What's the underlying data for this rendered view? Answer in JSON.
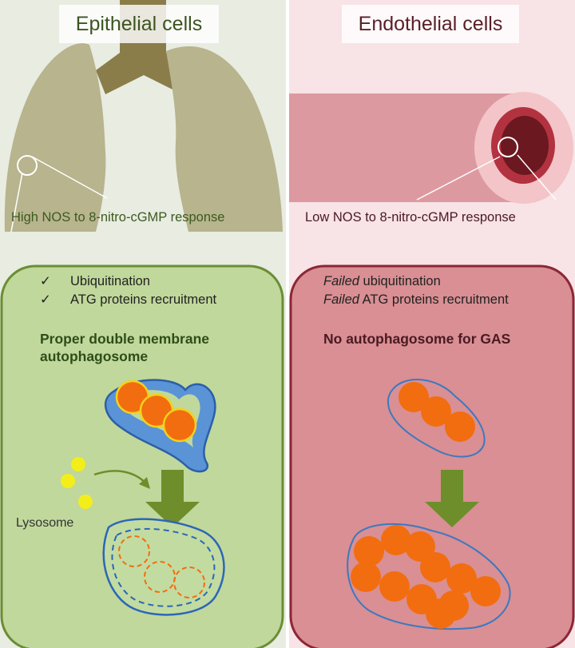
{
  "panels": {
    "epithelial": {
      "title": "Epithelial cells",
      "response": "High NOS to 8-nitro-cGMP response",
      "checks": [
        {
          "mark": "✓",
          "text": "Ubiquitination"
        },
        {
          "mark": "✓",
          "text": "ATG proteins recruitment"
        }
      ],
      "heading_line1": "Proper double membrane",
      "heading_line2": "autophagosome",
      "lysosome_label": "Lysosome"
    },
    "endothelial": {
      "title": "Endothelial cells",
      "response": "Low NOS to 8-nitro-cGMP response",
      "fails": [
        {
          "em": "Failed",
          "text": " ubiquitination"
        },
        {
          "em": "Failed",
          "text": " ATG proteins recruitment"
        }
      ],
      "heading": "No autophagosome for GAS"
    }
  },
  "colors": {
    "left_bg": "#e8ece1",
    "right_bg": "#f8e3e6",
    "lung": "#b7b48e",
    "trachea": "#8a7d4a",
    "left_box": "#c0d89b",
    "left_box_border": "#6a8e34",
    "right_box": "#d98f93",
    "right_box_border": "#8c2734",
    "vessel": "#dc9aa0",
    "bacteria": "#f26d10",
    "bacteria_edge": "#f5d11a",
    "membrane": "#3d78c0",
    "arrow": "#6e8e2c",
    "lysosome": "#f3ee1a"
  }
}
